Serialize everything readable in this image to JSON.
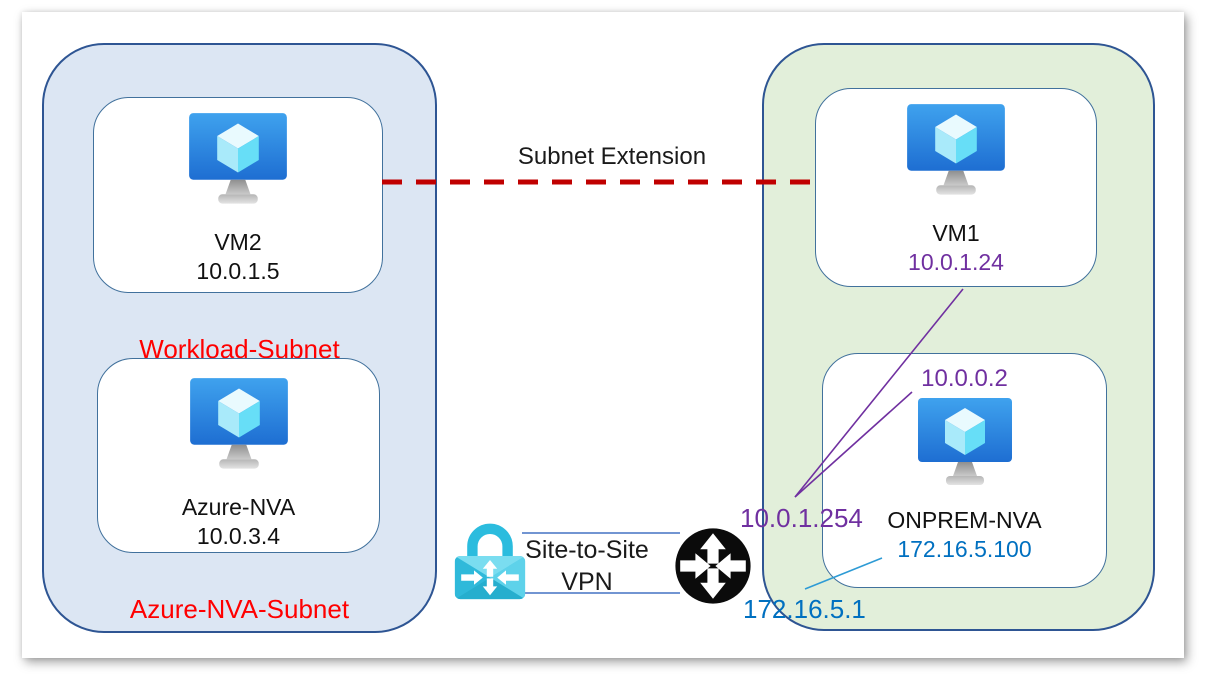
{
  "diagram": {
    "subnet_extension_label": "Subnet Extension",
    "vpn": {
      "line1": "Site-to-Site",
      "line2": "VPN"
    },
    "azure_side": {
      "workload_subnet_label": "Workload-Subnet",
      "nva_subnet_label": "Azure-NVA-Subnet",
      "vm2": {
        "name": "VM2",
        "ip": "10.0.1.5"
      },
      "nva": {
        "name": "Azure-NVA",
        "ip": "10.0.3.4"
      }
    },
    "onprem_side": {
      "vm1": {
        "name": "VM1",
        "ip": "10.0.1.24"
      },
      "nva": {
        "name": "ONPREM-NVA",
        "ip": "172.16.5.100",
        "tunnel_ip": "10.0.0.2"
      },
      "leader_ips": {
        "purple": "10.0.1.254",
        "blue": "172.16.5.1"
      }
    },
    "colors": {
      "azure_container_fill": "#DCE6F3",
      "onprem_container_fill": "#E2EFDA",
      "container_border": "#2E5593",
      "node_box_border": "#41719C",
      "subnet_extension_dash": "#C00000",
      "subnet_label_red": "#FF0000",
      "purple_ip": "#7030A0",
      "blue_ip": "#0070C0",
      "vpn_connector_blue": "#4472C4",
      "blue_leader_line": "#2E9BD5"
    }
  }
}
